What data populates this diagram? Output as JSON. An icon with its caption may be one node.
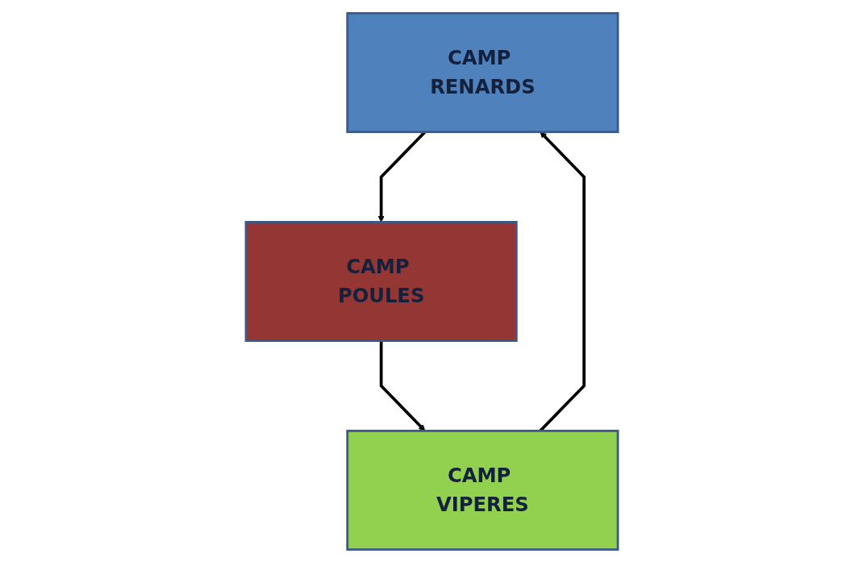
{
  "diagram": {
    "nodes": [
      {
        "text": [
          "CAMP RENARDS"
        ]
      },
      {
        "text": [
          "CAMP VIPERES"
        ]
      },
      {
        "text": [
          "CAMP POULES"
        ]
      }
    ],
    "edges": [
      {
        "from": 1,
        "to": 0,
        "arrow": "to"
      },
      {
        "from": 0,
        "to": 2,
        "arrow": "to"
      },
      {
        "from": 2,
        "to": 1,
        "arrow": "to"
      }
    ]
  }
}
